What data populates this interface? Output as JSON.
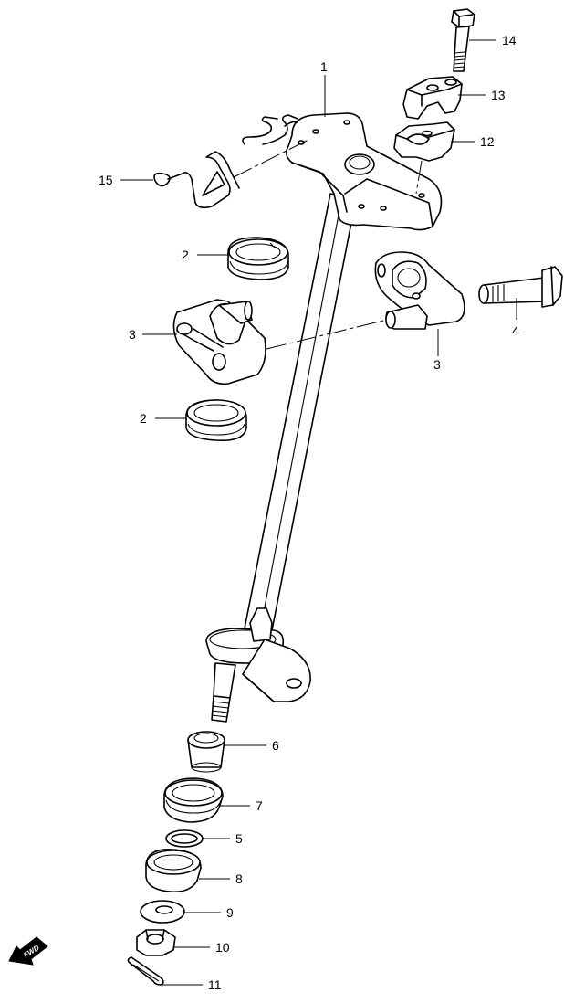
{
  "callouts": [
    {
      "id": "1",
      "label": "1"
    },
    {
      "id": "2a",
      "label": "2"
    },
    {
      "id": "2b",
      "label": "2"
    },
    {
      "id": "3a",
      "label": "3"
    },
    {
      "id": "3b",
      "label": "3"
    },
    {
      "id": "4",
      "label": "4"
    },
    {
      "id": "5",
      "label": "5"
    },
    {
      "id": "6",
      "label": "6"
    },
    {
      "id": "7",
      "label": "7"
    },
    {
      "id": "8",
      "label": "8"
    },
    {
      "id": "9",
      "label": "9"
    },
    {
      "id": "10",
      "label": "10"
    },
    {
      "id": "11",
      "label": "11"
    },
    {
      "id": "12",
      "label": "12"
    },
    {
      "id": "13",
      "label": "13"
    },
    {
      "id": "14",
      "label": "14"
    },
    {
      "id": "15",
      "label": "15"
    }
  ],
  "direction_marker": {
    "label": "FWD",
    "icon": "fwd-arrow-icon"
  }
}
